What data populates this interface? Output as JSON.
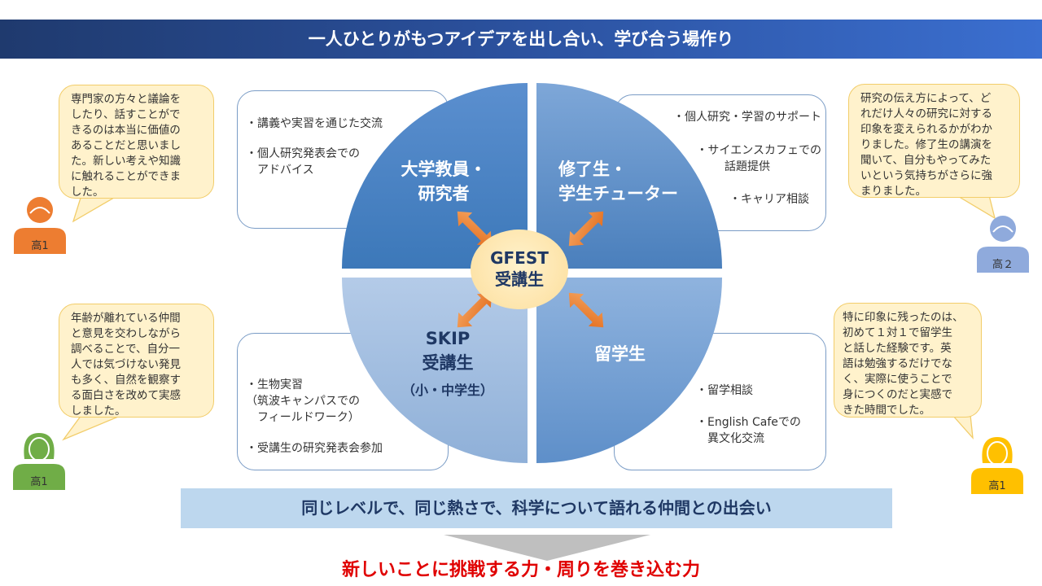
{
  "header": {
    "title": "一人ひとりがもつアイデアを出し合い、学び合う場作り"
  },
  "center": {
    "line1": "GFEST",
    "line2": "受講生"
  },
  "quadrants": [
    {
      "lines": [
        "大学教員・",
        "研究者"
      ],
      "items": [
        "・講義や実習を通じた交流",
        "・個人研究発表会での",
        "　アドバイス"
      ]
    },
    {
      "lines": [
        "修了生・",
        "学生チューター"
      ],
      "items": [
        "・個人研究・学習のサポート",
        "・サイエンスカフェでの",
        "話題提供",
        "・キャリア相談"
      ]
    },
    {
      "lines": [
        "SKIP",
        "受講生",
        "（小・中学生）"
      ],
      "items": [
        "・生物実習",
        "（筑波キャンパスでの",
        "　フィールドワーク）",
        "・受講生の研究発表会参加"
      ]
    },
    {
      "lines": [
        "留学生"
      ],
      "items": [
        "・留学相談",
        "・English Cafeでの",
        "　異文化交流"
      ]
    }
  ],
  "comments": [
    {
      "grade": "高1",
      "color": "#ed7d31",
      "text": [
        "専門家の方々と議論を",
        "したり、話すことがで",
        "きるのは本当に価値の",
        "あることだと思いまし",
        "た。新しい考えや知識",
        "に触れることができま",
        "した。"
      ]
    },
    {
      "grade": "高２",
      "color": "#8faadc",
      "text": [
        "研究の伝え方によって、ど",
        "れだけ人々の研究に対する",
        "印象を変えられるかがわか",
        "りました。修了生の講演を",
        "聞いて、自分もやってみた",
        "いという気持ちがさらに強",
        "まりました。"
      ]
    },
    {
      "grade": "高1",
      "color": "#70ad47",
      "text": [
        "年齢が離れている仲間",
        "と意見を交わしながら",
        "調べることで、自分一",
        "人では気づけない発見",
        "も多く、自然を観察す",
        "る面白さを改めて実感",
        "しました。"
      ]
    },
    {
      "grade": "高1",
      "color": "#ffc000",
      "text": [
        "特に印象に残ったのは、",
        "初めて１対１で留学生",
        "と話した経験です。英",
        "語は勉強するだけでな",
        "く、実際に使うことで",
        "身につくのだと実感で",
        "きた時間でした。"
      ]
    }
  ],
  "summary": "同じレベルで、同じ熱さで、科学について語れる仲間との出会い",
  "result": "新しいことに挑戦する力・周りを巻き込む力"
}
